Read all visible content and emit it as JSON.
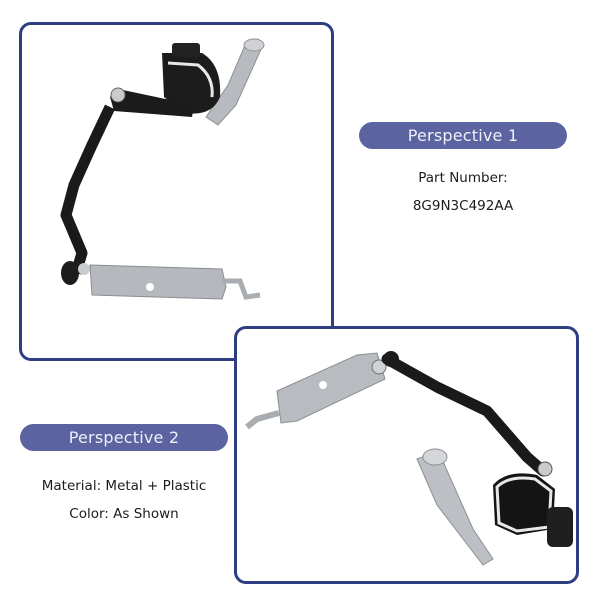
{
  "perspective1": {
    "label": "Perspective 1",
    "lines": [
      "Part Number:",
      "8G9N3C492AA"
    ]
  },
  "perspective2": {
    "label": "Perspective 2",
    "lines": [
      "Material: Metal + Plastic",
      "Color: As Shown"
    ]
  },
  "images": {
    "image1": "headlight-level-sensor-product-photo-view-1",
    "image2": "headlight-level-sensor-product-photo-view-2"
  },
  "colors": {
    "frame_border": "#2f3d82",
    "pill_background": "#5b64a0",
    "pill_text": "#eef0fa",
    "sensor_black": "#1a1a1a",
    "bracket_silver": "#b5b8bc"
  }
}
